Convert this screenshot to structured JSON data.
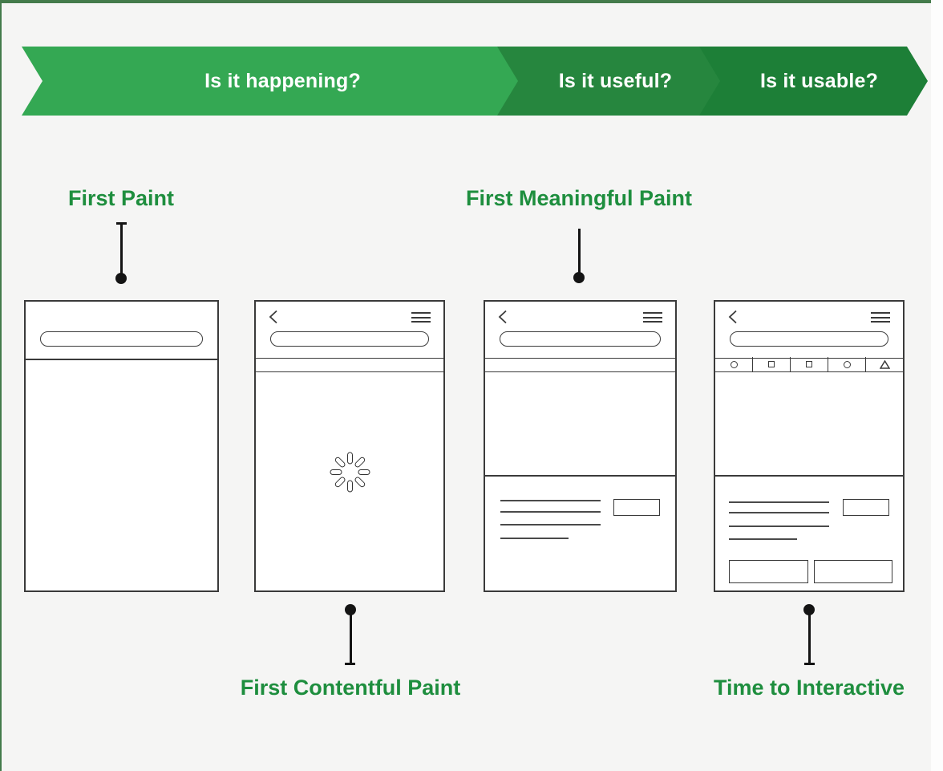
{
  "colors": {
    "background": "#F5F5F4",
    "frame_green": "#447B4B",
    "label_green": "#1E8E3E",
    "outline_dark": "#3A3A3A",
    "connector_black": "#141414"
  },
  "banner": {
    "stages": [
      {
        "label": "Is it happening?",
        "color": "#34A853"
      },
      {
        "label": "Is it useful?",
        "color": "#26863E"
      },
      {
        "label": "Is it usable?",
        "color": "#1D7F37"
      }
    ]
  },
  "metrics": {
    "first_paint": {
      "label": "First Paint"
    },
    "first_meaningful_paint": {
      "label": "First Meaningful Paint"
    },
    "first_contentful_paint": {
      "label": "First Contentful Paint"
    },
    "time_to_interactive": {
      "label": "Time to Interactive"
    }
  },
  "phones": [
    {
      "name": "first-paint-phone",
      "icons": [
        "url-bar"
      ]
    },
    {
      "name": "first-contentful-paint-phone",
      "icons": [
        "back-icon",
        "menu-icon",
        "url-bar",
        "loading-spinner-icon"
      ]
    },
    {
      "name": "first-meaningful-paint-phone",
      "icons": [
        "back-icon",
        "menu-icon",
        "url-bar",
        "hero-placeholder",
        "text-skeleton",
        "cta-button"
      ]
    },
    {
      "name": "time-to-interactive-phone",
      "icons": [
        "back-icon",
        "menu-icon",
        "url-bar",
        "nav-bar",
        "hero-placeholder",
        "text-skeleton",
        "cta-button",
        "action-buttons"
      ],
      "nav_icons": [
        "circle",
        "square",
        "square",
        "circle",
        "triangle"
      ]
    }
  ]
}
